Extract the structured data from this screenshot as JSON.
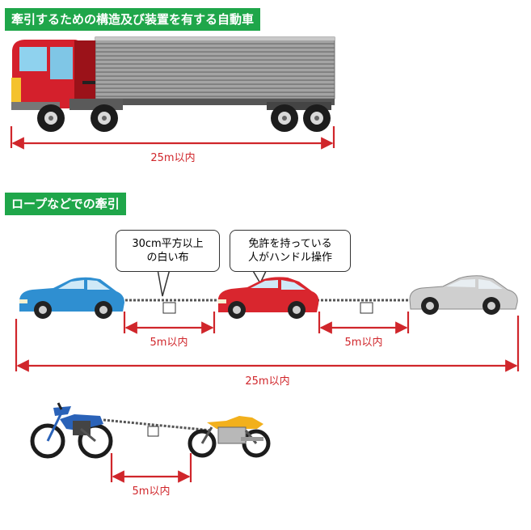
{
  "sections": {
    "truck_title": "牽引するための構造及び装置を有する自動車",
    "rope_title": "ロープなどでの牽引"
  },
  "callouts": {
    "cloth_line1": "30cm平方以上",
    "cloth_line2": "の白い布",
    "driver_line1": "免許を持っている",
    "driver_line2": "人がハンドル操作"
  },
  "dimensions": {
    "truck_total": "25m以内",
    "car_gap_left": "5m以内",
    "car_gap_right": "5m以内",
    "car_total": "25m以内",
    "bike_gap": "5m以内"
  },
  "colors": {
    "banner": "#1fa64a",
    "dimension": "#d0262b",
    "truck_cab": "#d4202c",
    "trailer": "#9a9a9a",
    "car_blue": "#2f8fd1",
    "car_red": "#d9262e",
    "car_silver": "#cfcfcf",
    "bike_blue": "#2a62b8",
    "bike_yellow": "#f2b01c"
  }
}
